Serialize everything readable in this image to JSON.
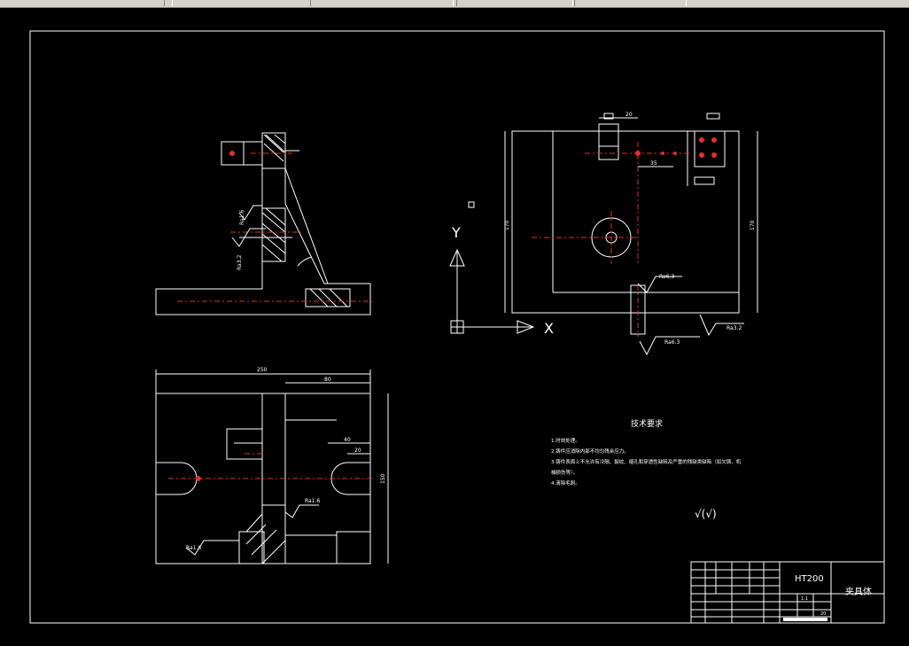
{
  "tech_requirements": {
    "title": "技术要求",
    "lines": [
      "1.时效处理。",
      "2.铸件应消除内部不均匀残余应力。",
      "3.铸件表面上不允许有冷隔、裂纹、缩孔和穿透性缺陷及严重的残缺类缺陷（如欠铸、机",
      "械损伤等）。",
      "4.清除毛刺。"
    ]
  },
  "title_block": {
    "material": "HT200",
    "part_name": "夹具体",
    "scale": "1:1",
    "sheet": "20"
  },
  "roughness_symbol": "√(√)",
  "axis_labels": {
    "y": "Y",
    "x": "X"
  },
  "roughness": {
    "r1": "Ra6.3",
    "r2": "Ra6.3",
    "r3": "Ra3.2",
    "r4": "Ra1.6",
    "r5": "Ra1.6",
    "r6": "Ra3.2"
  },
  "dimensions": {
    "d_width": "250",
    "d_height": "150",
    "d_80": "80",
    "d_40": "40",
    "d_20": "20",
    "d_20b": "20",
    "d_35": "35",
    "d_170": "170",
    "d_170b": "170"
  }
}
